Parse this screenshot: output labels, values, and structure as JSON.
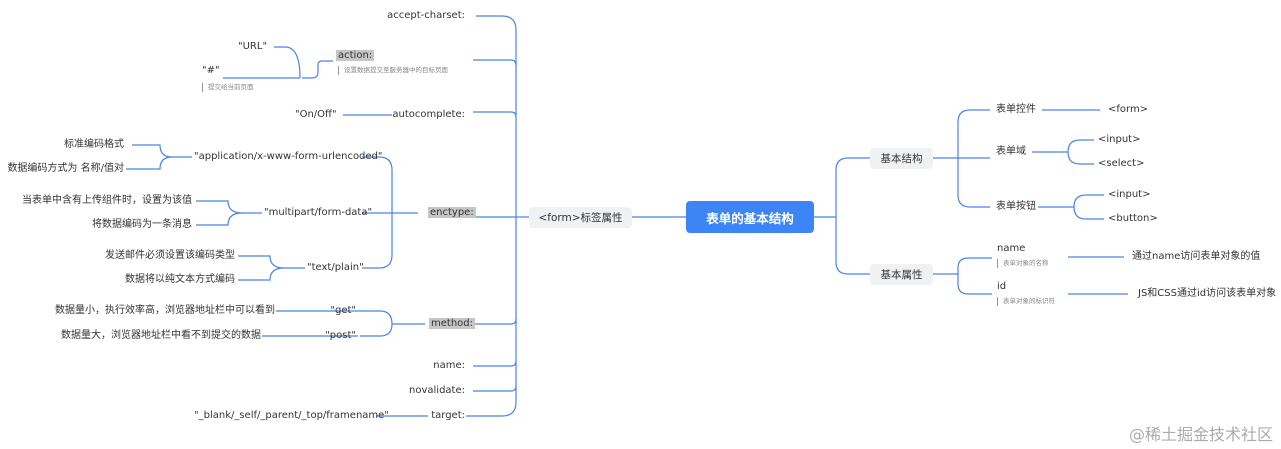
{
  "root": "表单的基本结构",
  "left_branch": {
    "label": "<form>标签属性",
    "attrs": {
      "accept_charset": "accept-charset:",
      "action": "action:",
      "action_note": "设置数据提交至服务器中的目标页面",
      "autocomplete": "autocomplete:",
      "enctype": "enctype:",
      "method": "method:",
      "name": "name:",
      "novalidate": "novalidate:",
      "target": "target:"
    },
    "values": {
      "url": "\"URL\"",
      "hash": "\"#\"",
      "hash_note": "提交给当前页面",
      "onoff": "\"On/Off\"",
      "app_form": "\"application/x-www-form-urlencoded\"",
      "multipart": "\"multipart/form-data\"",
      "text_plain": "\"text/plain\"",
      "get": "\"get\"",
      "post": "\"post\"",
      "target_val": "\"_blank/_self/_parent/_top/framename\""
    },
    "details": {
      "std_encoding": "标准编码格式",
      "name_value": "数据编码方式为 名称/值对",
      "has_upload": "当表单中含有上传组件时，设置为该值",
      "one_message": "将数据编码为一条消息",
      "email_type": "发送邮件必须设置该编码类型",
      "plain_text": "数据将以纯文本方式编码",
      "get_desc": "数据量小，执行效率高，浏览器地址栏中可以看到",
      "post_desc": "数据量大，浏览器地址栏中看不到提交的数据"
    }
  },
  "right_branch": {
    "basic_structure": {
      "label": "基本结构",
      "form_control": "表单控件",
      "form_tag": "<form>",
      "form_field": "表单域",
      "input1": "<input>",
      "select": "<select>",
      "form_button": "表单按钮",
      "input2": "<input>",
      "button": "<button>"
    },
    "basic_attrs": {
      "label": "基本属性",
      "name": "name",
      "name_note": "表单对象的名称",
      "name_desc": "通过name访问表单对象的值",
      "id": "id",
      "id_note": "表单对象的标识符",
      "id_desc": "JS和CSS通过id访问该表单对象"
    }
  },
  "watermark": "@稀土掘金技术社区",
  "colors": {
    "line": "#4a84e8",
    "root_bg": "#3d84f6",
    "pill_bg": "#f0f1f3",
    "highlight": "#c6c6c6"
  }
}
